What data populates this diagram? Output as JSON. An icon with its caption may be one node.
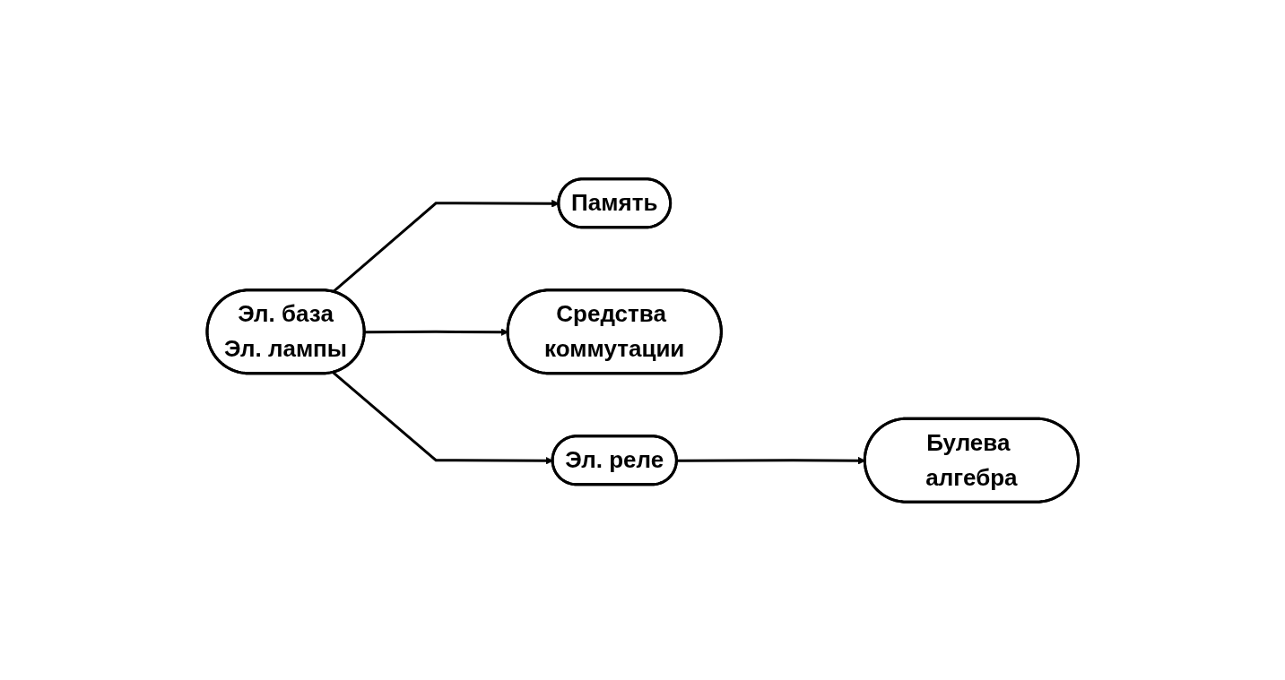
{
  "diagram": {
    "nodes": [
      {
        "text": [
          "Память"
        ]
      },
      {
        "text": [
          "Средства коммутации"
        ]
      },
      {
        "text": [
          "Эл. база",
          "Эл. лампы"
        ]
      },
      {
        "text": [
          "Булева алгебра"
        ]
      },
      {
        "text": [
          "Эл. реле"
        ]
      }
    ],
    "edges": [
      {
        "from": 2,
        "to": 0,
        "arrow": "to"
      },
      {
        "from": 2,
        "to": 1,
        "arrow": "to"
      },
      {
        "from": 2,
        "to": 4,
        "arrow": "to"
      },
      {
        "from": 4,
        "to": 3,
        "arrow": "to"
      }
    ]
  }
}
